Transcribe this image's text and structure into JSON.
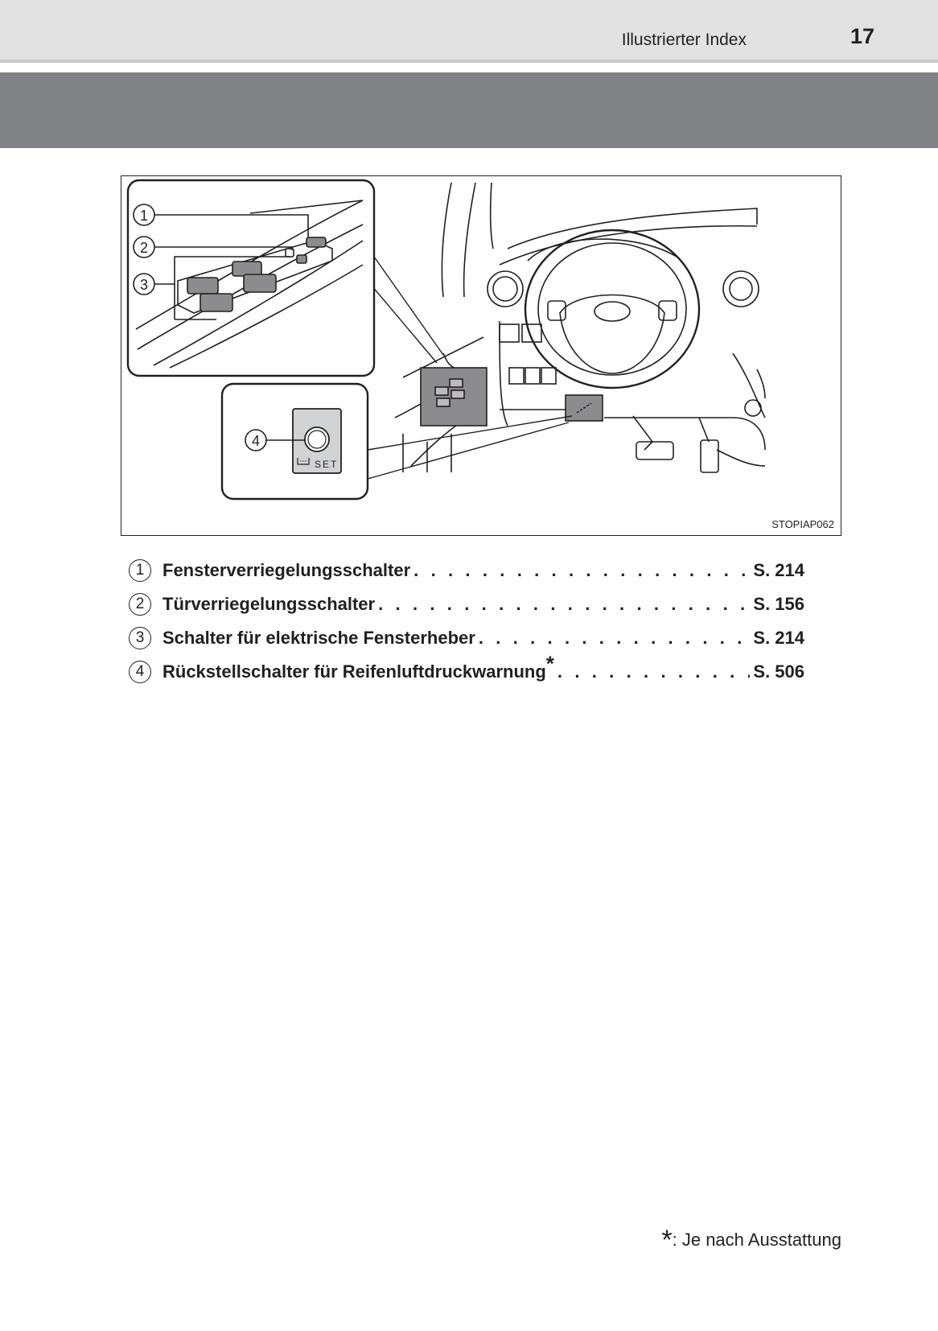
{
  "header": {
    "title": "Illustrierter Index",
    "page_number": "17"
  },
  "figure": {
    "code": "STOPIAP062",
    "callouts": [
      "1",
      "2",
      "3",
      "4"
    ],
    "set_label": "SET"
  },
  "index_items": [
    {
      "number": "1",
      "label": "Fensterverriegelungsschalter",
      "asterisk": "",
      "page": "S. 214"
    },
    {
      "number": "2",
      "label": "Türverriegelungsschalter",
      "asterisk": "",
      "page": "S. 156"
    },
    {
      "number": "3",
      "label": "Schalter für elektrische Fensterheber",
      "asterisk": "",
      "page": "S. 214"
    },
    {
      "number": "4",
      "label": "Rückstellschalter für Reifenluftdruckwarnung",
      "asterisk": "*",
      "page": "S. 506"
    }
  ],
  "footnote": {
    "symbol": "*",
    "text": ": Je nach Ausstattung"
  },
  "colors": {
    "header_band": "#e2e2e3",
    "gray_band": "#808184",
    "text": "#231f20",
    "switch_gray": "#8c8c8e"
  }
}
